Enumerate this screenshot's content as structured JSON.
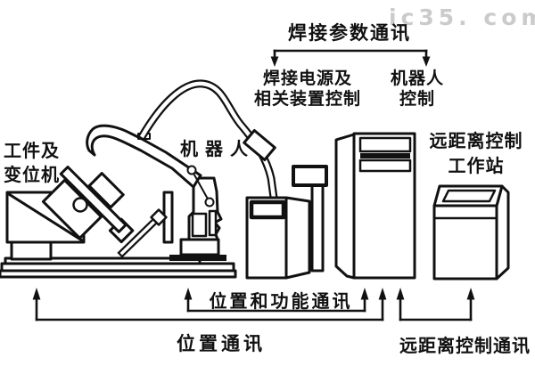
{
  "watermark": "ic35. com",
  "colors": {
    "ink": "#111111",
    "background": "#ffffff",
    "watermark": "#cbcbcb"
  },
  "labels": {
    "welding_param_comm": "焊接参数通讯",
    "welding_power": {
      "line1": "焊接电源及",
      "line2": "相关装置控制"
    },
    "robot_control": {
      "line1": "机器人",
      "line2": "控制"
    },
    "workpiece_positioner": {
      "line1": "工件及",
      "line2": "变位机"
    },
    "robot": "机器人",
    "remote_workstation": {
      "line1": "远距离控制",
      "line2": "工作站"
    },
    "position_function_comm": "位置和功能通讯",
    "position_comm": "位置通讯",
    "remote_control_comm": "远距离控制通讯"
  }
}
